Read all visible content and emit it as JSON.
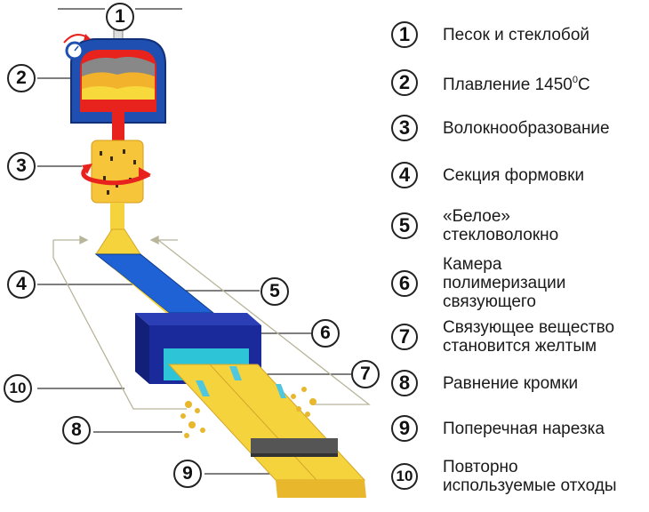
{
  "legend": [
    {
      "num": "1",
      "text": "Песок и стеклобой"
    },
    {
      "num": "2",
      "text": "Плавление 1450",
      "sup": "0",
      "suffix": "С"
    },
    {
      "num": "3",
      "text": "Волокнообразование"
    },
    {
      "num": "4",
      "text": "Секция формовки"
    },
    {
      "num": "5",
      "text": "«Белое»\nстекловолокно"
    },
    {
      "num": "6",
      "text": "Камера\nполимеризации\nсвязующего"
    },
    {
      "num": "7",
      "text": "Связующее вещество\nстановится желтым"
    },
    {
      "num": "8",
      "text": "Равнение кромки"
    },
    {
      "num": "9",
      "text": "Поперечная нарезка"
    },
    {
      "num": "10",
      "text": "Повторно\nиспользуемые отходы"
    }
  ],
  "callouts": [
    "1",
    "2",
    "3",
    "4",
    "5",
    "6",
    "7",
    "8",
    "9",
    "10"
  ],
  "colors": {
    "furnace_body": "#1f4fb0",
    "melt_red": "#e8231d",
    "fiber_yellow": "#f5d33c",
    "blue_belt": "#1f62d6",
    "chamber_dark": "#1a2a9a",
    "cutter_gray": "#555555"
  }
}
